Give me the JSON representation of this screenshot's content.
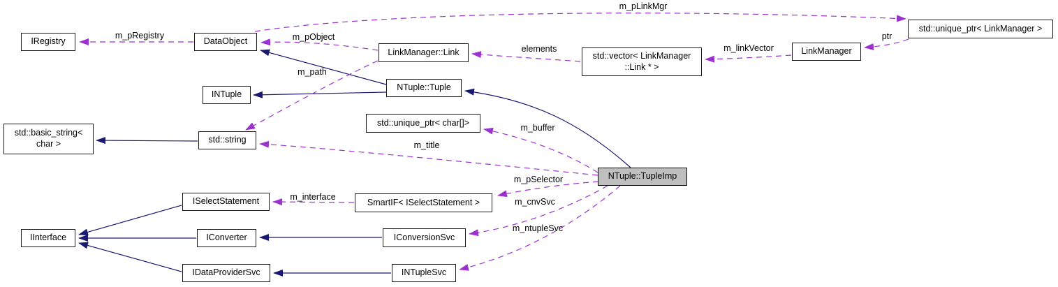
{
  "nodes": {
    "iregistry": "IRegistry",
    "dataobject": "DataObject",
    "linkmanager_link": "LinkManager::Link",
    "vector_link": "std::vector< LinkManager\n::Link * >",
    "linkmanager": "LinkManager",
    "unique_ptr_linkmanager": "std::unique_ptr< LinkManager >",
    "intuple": "INTuple",
    "ntuple_tuple": "NTuple::Tuple",
    "basic_string": "std::basic_string<\nchar >",
    "string": "std::string",
    "unique_ptr_char": "std::unique_ptr< char[]>",
    "ntuple_tupleimp": "NTuple::TupleImp",
    "iselectstatement": "ISelectStatement",
    "smartif": "SmartIF< ISelectStatement >",
    "iinterface": "IInterface",
    "iconverter": "IConverter",
    "iconversionsvc": "IConversionSvc",
    "idataprovidersvc": "IDataProviderSvc",
    "intuplesvc": "INTupleSvc"
  },
  "edge_labels": {
    "m_pRegistry": "m_pRegistry",
    "m_pObject": "m_pObject",
    "m_pLinkMgr": "m_pLinkMgr",
    "elements": "elements",
    "m_linkVector": "m_linkVector",
    "ptr": "ptr",
    "m_path": "m_path",
    "m_buffer": "m_buffer",
    "m_title": "m_title",
    "m_pSelector": "m_pSelector",
    "m_cnvSvc": "m_cnvSvc",
    "m_ntupleSvc": "m_ntupleSvc",
    "m_interface": "m_interface"
  },
  "colors": {
    "inheritance_edge": "#191970",
    "usage_edge": "#9a32cd",
    "node_border": "#1a1a1a",
    "highlight_node_fill": "#bfbfbf",
    "background": "#ffffff"
  }
}
